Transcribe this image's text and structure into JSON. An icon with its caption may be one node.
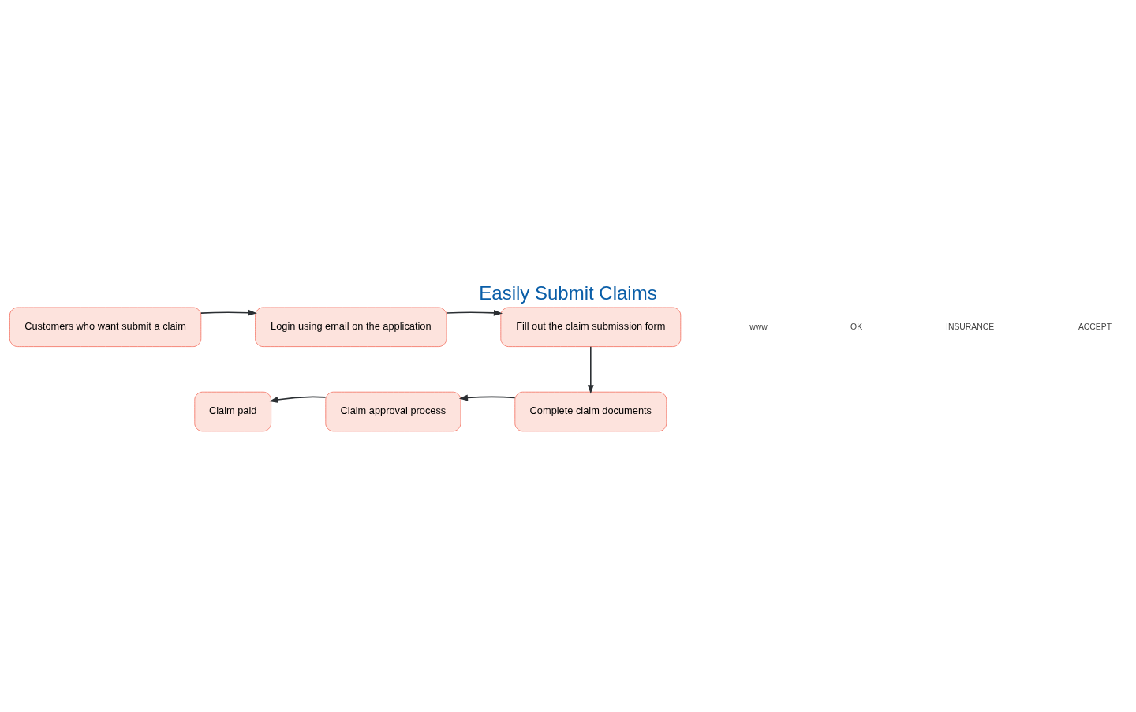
{
  "diagram": {
    "title": "Easily Submit Claims",
    "nodes": [
      {
        "text": [
          "Customers who want submit a claim"
        ]
      },
      {
        "text": [
          "Login using email on the application"
        ]
      },
      {
        "text": [
          "Fill out the claim submission form"
        ]
      },
      {
        "text": [
          "Complete claim documents"
        ]
      },
      {
        "text": [
          "Claim approval process"
        ]
      },
      {
        "text": [
          "Claim paid"
        ]
      }
    ],
    "edges": [
      {
        "from": 0,
        "to": 1,
        "arrow": "to"
      },
      {
        "from": 1,
        "to": 2,
        "arrow": "to"
      },
      {
        "from": 2,
        "to": 3,
        "arrow": "to"
      },
      {
        "from": 3,
        "to": 4,
        "arrow": "to"
      },
      {
        "from": 4,
        "to": 5,
        "arrow": "to"
      }
    ],
    "labels": [
      "www",
      "OK",
      "INSURANCE",
      "ACCEPT"
    ]
  }
}
